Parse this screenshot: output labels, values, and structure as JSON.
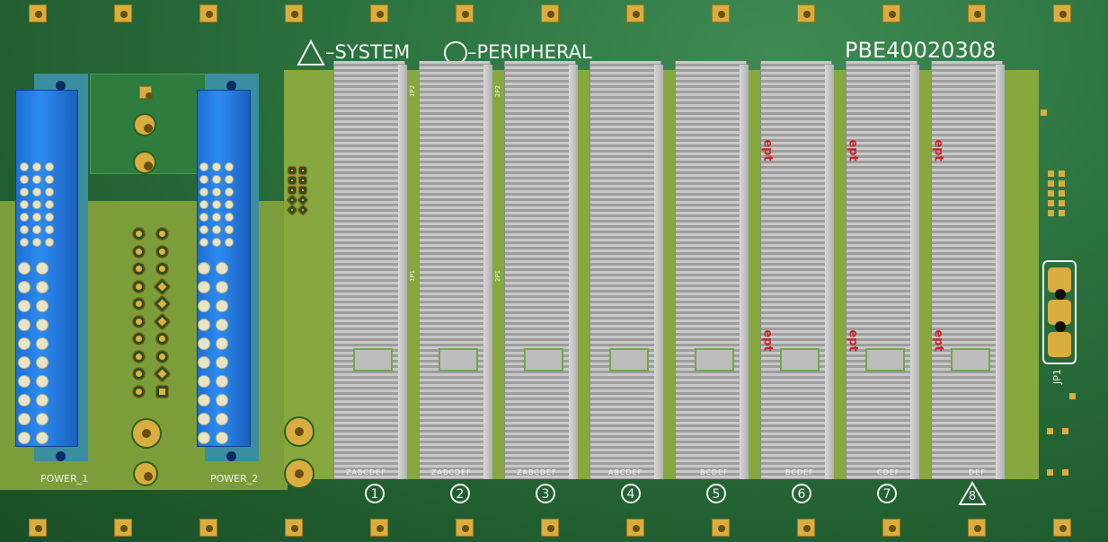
{
  "board": {
    "part_number": "PBE40020308",
    "legend_system": "–SYSTEM",
    "legend_peripheral": "–PERIPHERAL",
    "power_1_label": "POWER_1",
    "power_2_label": "POWER_2",
    "jumper_label": "JP1"
  },
  "slots": [
    {
      "number": "1",
      "shape": "circle",
      "label_top": "1P2",
      "label_mid": "1P1",
      "letters": "ZABCDEF",
      "logo": ""
    },
    {
      "number": "2",
      "shape": "circle",
      "label_top": "2P2",
      "label_mid": "2P1",
      "letters": "ZABCDEF",
      "logo": ""
    },
    {
      "number": "3",
      "shape": "circle",
      "label_top": "",
      "label_mid": "",
      "letters": "ZABCDEF",
      "logo": ""
    },
    {
      "number": "4",
      "shape": "circle",
      "label_top": "",
      "label_mid": "",
      "letters": "ABCDEF",
      "logo": ""
    },
    {
      "number": "5",
      "shape": "circle",
      "label_top": "",
      "label_mid": "",
      "letters": "BCDEF",
      "logo": ""
    },
    {
      "number": "6",
      "shape": "circle",
      "label_top": "",
      "label_mid": "",
      "letters": "BCDEF",
      "logo": "ept"
    },
    {
      "number": "7",
      "shape": "circle",
      "label_top": "",
      "label_mid": "",
      "letters": "CDEF",
      "logo": "ept"
    },
    {
      "number": "8",
      "shape": "triangle",
      "label_top": "",
      "label_mid": "",
      "letters": "DEF",
      "logo": "ept"
    }
  ],
  "colors": {
    "pcb": "#2c7440",
    "pcb_light": "#7aa03a",
    "gold": "#d9ad3f",
    "connector_blue": "#2d8bf0",
    "connector_teal": "#3b8ea0",
    "slot_grey": "#c0c0c0"
  }
}
